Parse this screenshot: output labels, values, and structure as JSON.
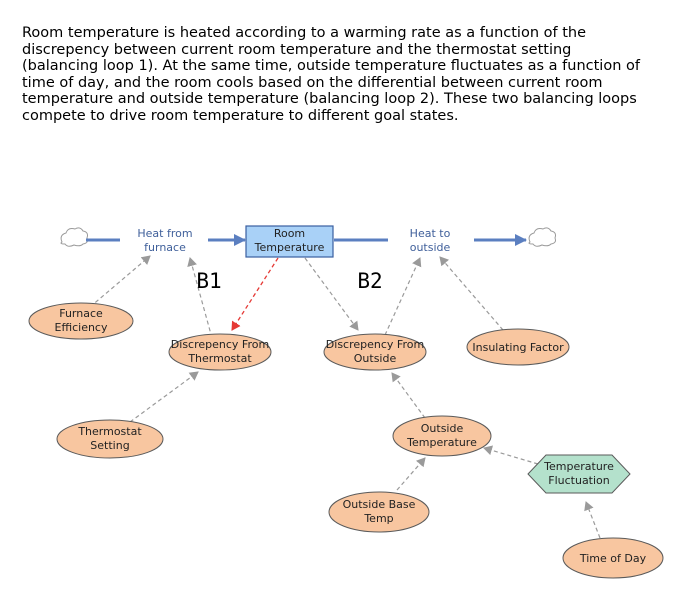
{
  "description": "Room temperature is heated according to a warming rate as a function of the\ndiscrepency between current room temperature and the thermostat setting\n(balancing loop 1). At the same time, outside temperature fluctuates as a function of\ntime of day, and the room cools based on the differential between current room\ntemperature and outside temperature (balancing loop 2). These two balancing loops\ncompete to drive room temperature to different goal states.",
  "stock": {
    "line1": "Room",
    "line2": "Temperature"
  },
  "flows": {
    "heat_from_furnace": {
      "line1": "Heat from",
      "line2": "furnace"
    },
    "heat_to_outside": {
      "line1": "Heat to",
      "line2": "outside"
    }
  },
  "loops": {
    "b1": "B1",
    "b2": "B2"
  },
  "variables": {
    "furnace_efficiency": {
      "line1": "Furnace",
      "line2": "Efficiency"
    },
    "discrepency_thermostat": {
      "line1": "Discrepency From",
      "line2": "Thermostat"
    },
    "thermostat_setting": {
      "line1": "Thermostat",
      "line2": "Setting"
    },
    "discrepency_outside": {
      "line1": "Discrepency From",
      "line2": "Outside"
    },
    "insulating_factor": {
      "line1": "Insulating Factor"
    },
    "outside_temperature": {
      "line1": "Outside",
      "line2": "Temperature"
    },
    "temperature_fluctuation": {
      "line1": "Temperature",
      "line2": "Fluctuation"
    },
    "outside_base_temp": {
      "line1": "Outside Base",
      "line2": "Temp"
    },
    "time_of_day": {
      "line1": "Time of Day"
    }
  },
  "colors": {
    "stock_fill": "#a9d1f7",
    "stock_stroke": "#3a5fa0",
    "variable_fill": "#f8c6a0",
    "variable_stroke": "#5a5a5a",
    "converter_fill": "#b4e1cc",
    "flow_pipe": "#5b7fc0",
    "link": "#9a9a9a",
    "highlight_link": "#e53935"
  }
}
